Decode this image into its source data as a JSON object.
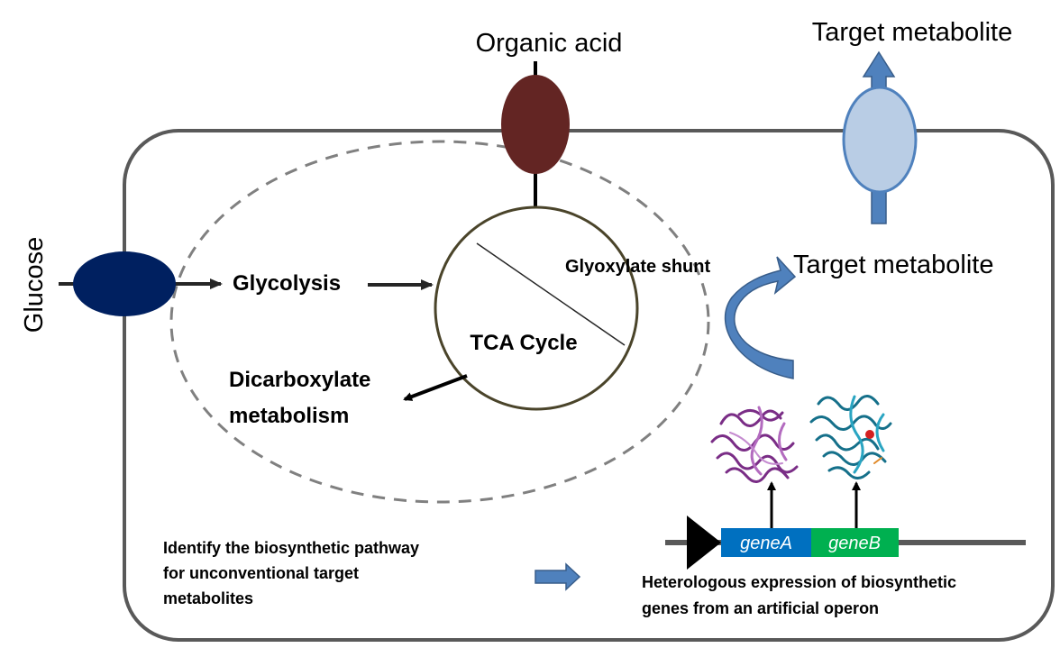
{
  "labels": {
    "organic_acid": "Organic acid",
    "target_metabolite_top": "Target metabolite",
    "target_metabolite_mid": "Target metabolite",
    "glucose": "Glucose",
    "glycolysis": "Glycolysis",
    "glyoxylate_shunt": "Glyoxylate shunt",
    "tca_cycle": "TCA Cycle",
    "dicarboxylate_line1": "Dicarboxylate",
    "dicarboxylate_line2": "metabolism",
    "gene_a": "geneA",
    "gene_b": "geneB",
    "identify_line1": "Identify the biosynthetic pathway",
    "identify_line2": "for unconventional target",
    "identify_line3": "metabolites",
    "heterologous_line1": "Heterologous expression of biosynthetic",
    "heterologous_line2": "genes from an artificial operon"
  },
  "colors": {
    "cell_border": "#595959",
    "dashed_border": "#808080",
    "glucose_transporter": "#002060",
    "organic_acid_transporter": "#632523",
    "target_transporter_fill": "#b9cde5",
    "target_transporter_stroke": "#4f81bd",
    "blue_arrow": "#4f81bd",
    "gene_a": "#0070c0",
    "gene_b": "#00b050",
    "tca_circle_stroke": "#4a442a",
    "protein_a": "#9b4fa8",
    "protein_b": "#1f8fa8"
  },
  "icons": {
    "protein_a": "protein-structure-icon",
    "protein_b": "protein-structure-icon",
    "promoter": "promoter-triangle-icon"
  }
}
